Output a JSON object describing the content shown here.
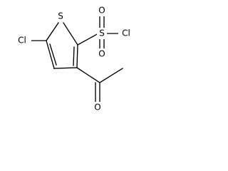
{
  "diagram": {
    "atoms": {
      "sulfur_ring": "S",
      "sulfur_sulfonyl": "S",
      "chlorine_sulfonyl": "Cl",
      "oxygen_sulfonyl_top": "O",
      "oxygen_sulfonyl_bottom": "O",
      "chlorine_ring": "Cl",
      "oxygen_ketone": "O"
    }
  }
}
